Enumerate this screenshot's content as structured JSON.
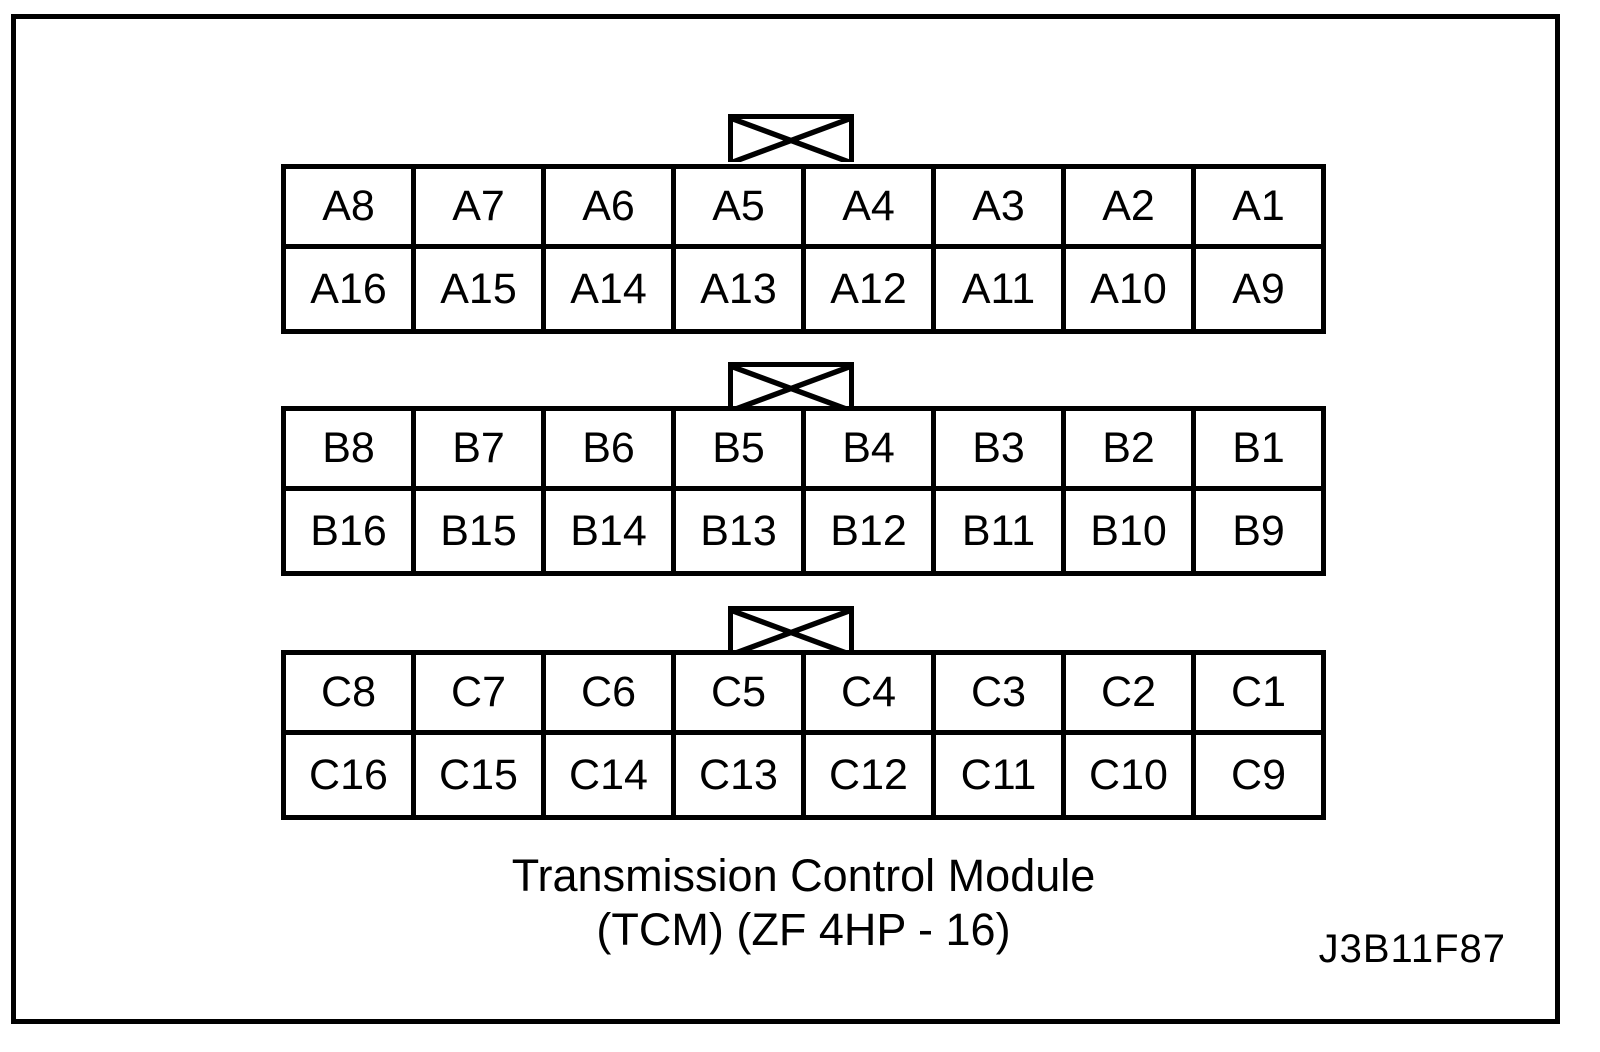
{
  "figure": {
    "caption_line1": "Transmission Control Module",
    "caption_line2": "(TCM) (ZF 4HP - 16)",
    "reference_code": "J3B11F87",
    "border_color": "#000000",
    "background_color": "#ffffff",
    "ink_color": "#000000"
  },
  "connectors": [
    {
      "id": "connector-a",
      "label": "A",
      "tab": {
        "name": "keying-tab",
        "shape": "rectangle-with-x"
      },
      "rows": [
        {
          "name": "row-top",
          "pins": [
            "A8",
            "A7",
            "A6",
            "A5",
            "A4",
            "A3",
            "A2",
            "A1"
          ]
        },
        {
          "name": "row-bottom",
          "pins": [
            "A16",
            "A15",
            "A14",
            "A13",
            "A12",
            "A11",
            "A10",
            "A9"
          ]
        }
      ]
    },
    {
      "id": "connector-b",
      "label": "B",
      "tab": {
        "name": "keying-tab",
        "shape": "rectangle-with-x"
      },
      "rows": [
        {
          "name": "row-top",
          "pins": [
            "B8",
            "B7",
            "B6",
            "B5",
            "B4",
            "B3",
            "B2",
            "B1"
          ]
        },
        {
          "name": "row-bottom",
          "pins": [
            "B16",
            "B15",
            "B14",
            "B13",
            "B12",
            "B11",
            "B10",
            "B9"
          ]
        }
      ]
    },
    {
      "id": "connector-c",
      "label": "C",
      "tab": {
        "name": "keying-tab",
        "shape": "rectangle-with-x"
      },
      "rows": [
        {
          "name": "row-top",
          "pins": [
            "C8",
            "C7",
            "C6",
            "C5",
            "C4",
            "C3",
            "C2",
            "C1"
          ]
        },
        {
          "name": "row-bottom",
          "pins": [
            "C16",
            "C15",
            "C14",
            "C13",
            "C12",
            "C11",
            "C10",
            "C9"
          ]
        }
      ]
    }
  ]
}
